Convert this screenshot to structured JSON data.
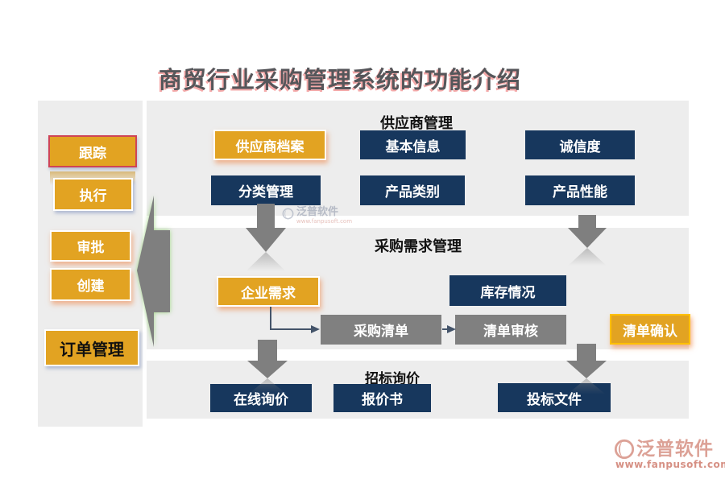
{
  "page": {
    "title": "商贸行业采购管理系统的功能介绍"
  },
  "sidebar": {
    "track": "跟踪",
    "execute": "执行",
    "approve": "审批",
    "create": "创建",
    "order_mgmt": "订单管理"
  },
  "supplier": {
    "title": "供应商管理",
    "archive": "供应商档案",
    "basic_info": "基本信息",
    "credibility": "诚信度",
    "category_mgmt": "分类管理",
    "product_category": "产品类别",
    "product_performance": "产品性能"
  },
  "demand": {
    "title": "采购需求管理",
    "enterprise_demand": "企业需求",
    "inventory": "库存情况",
    "purchase_list": "采购清单",
    "list_review": "清单审核",
    "list_confirm": "清单确认"
  },
  "bidding": {
    "title": "招标询价",
    "online_inquiry": "在线询价",
    "quotation": "报价书",
    "bid_document": "投标文件"
  },
  "watermark": {
    "brand": "泛普软件",
    "url": "www.fanpusoft.com"
  },
  "colors": {
    "navy_node": "#17375d",
    "orange_node": "#e2a322",
    "gray_node": "#808080",
    "panel_bg": "#ededed",
    "arrow_gray": "#7f7f7f",
    "title_text": "#56565a",
    "title_shadow_red": "#eb5555",
    "track_border_red": "#cf4456",
    "confirm_border_gold": "#ffc000",
    "logo_salmon": "#dca196"
  }
}
